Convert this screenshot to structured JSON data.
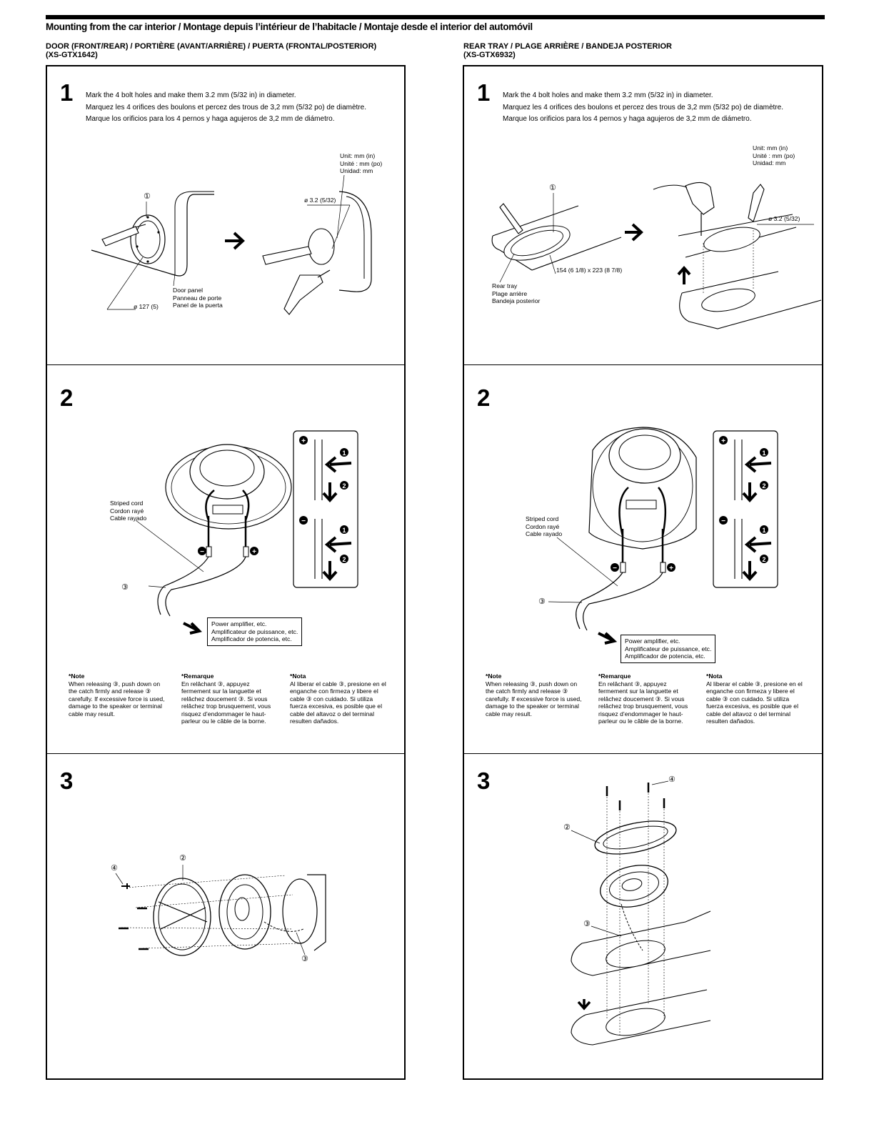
{
  "page": {
    "title": "Mounting from the car interior / Montage depuis l’intérieur de l’habitacle / Montaje desde el interior del automóvil"
  },
  "left": {
    "heading_line1": "DOOR (FRONT/REAR) / PORTIÈRE (AVANT/ARRIÈRE) / PUERTA (FRONTAL/POSTERIOR)",
    "heading_line2": "(XS-GTX1642)",
    "step1": {
      "number": "1",
      "en": "Mark the 4 bolt holes and make them 3.2 mm (5/32 in) in diameter.",
      "fr": "Marquez les 4 orifices des boulons et percez des trous de 3,2 mm (5/32 po) de diamètre.",
      "es": "Marque los orificios para los 4 pernos y haga agujeros de 3,2 mm de diámetro.",
      "unit_en": "Unit: mm (in)",
      "unit_fr": "Unité : mm (po)",
      "unit_es": "Unidad: mm",
      "callout_1": "①",
      "hole_dim": "ø 3.2 (5/32)",
      "cutout_dim": "ø 127 (5)",
      "panel_en": "Door panel",
      "panel_fr": "Panneau de porte",
      "panel_es": "Panel de la puerta"
    },
    "step2": {
      "number": "2",
      "cord_en": "Striped cord",
      "cord_fr": "Cordon rayé",
      "cord_es": "Cable rayado",
      "callout_3": "③",
      "amp_en": "Power amplifier, etc.",
      "amp_fr": "Amplificateur de puissance, etc.",
      "amp_es": "Amplificador de potencia, etc."
    },
    "notes": {
      "en_title": "*Note",
      "en_body": "When releasing ③, push down on the catch firmly and release ③ carefully. If excessive force is used, damage to the speaker or terminal cable may result.",
      "fr_title": "*Remarque",
      "fr_body": "En relâchant ③, appuyez fermement sur la languette et relâchez doucement ③. Si vous relâchez trop brusquement, vous risquez d’endommager le haut-parleur ou le câble de la borne.",
      "es_title": "*Nota",
      "es_body": "Al liberar el cable ③, presione en el enganche con firmeza y libere el cable ③ con cuidado. Si utiliza fuerza excesiva, es posible que el cable del altavoz o del terminal resulten dañados."
    },
    "step3": {
      "number": "3",
      "callout_4": "④",
      "callout_2": "②",
      "callout_3": "③"
    }
  },
  "right": {
    "heading_line1": "REAR TRAY / PLAGE ARRIÈRE / BANDEJA POSTERIOR",
    "heading_line2": "(XS-GTX6932)",
    "step1": {
      "number": "1",
      "en": "Mark the 4 bolt holes and make them 3.2 mm (5/32 in) in diameter.",
      "fr": "Marquez les 4 orifices des boulons et percez des trous de 3,2 mm (5/32 po) de diamètre.",
      "es": "Marque los orificios para los 4 pernos y haga agujeros de 3,2 mm de diámetro.",
      "unit_en": "Unit: mm (in)",
      "unit_fr": "Unité : mm (po)",
      "unit_es": "Unidad: mm",
      "callout_1": "①",
      "hole_dim": "ø 3.2 (5/32)",
      "cutout_dim": "154 (6 1/8) x 223 (8 7/8)",
      "tray_en": "Rear tray",
      "tray_fr": "Plage arrière",
      "tray_es": "Bandeja posterior"
    },
    "step2": {
      "number": "2",
      "cord_en": "Striped cord",
      "cord_fr": "Cordon rayé",
      "cord_es": "Cable rayado",
      "callout_3": "③",
      "amp_en": "Power amplifier, etc.",
      "amp_fr": "Amplificateur de puissance, etc.",
      "amp_es": "Amplificador de potencia, etc."
    },
    "notes": {
      "en_title": "*Note",
      "en_body": "When releasing ③, push down on the catch firmly and release ③ carefully. If excessive force is used, damage to the speaker or terminal cable may result.",
      "fr_title": "*Remarque",
      "fr_body": "En relâchant ③, appuyez fermement sur la languette et relâchez doucement ③. Si vous relâchez trop brusquement, vous risquez d’endommager le haut-parleur ou le câble de la borne.",
      "es_title": "*Nota",
      "es_body": "Al liberar el cable ③, presione en el enganche con firmeza y libere el cable ③ con cuidado. Si utiliza fuerza excesiva, es posible que el cable del altavoz o del terminal resulten dañados."
    },
    "step3": {
      "number": "3",
      "callout_4": "④",
      "callout_2": "②",
      "callout_3": "③"
    }
  },
  "symbols": {
    "plus": "+",
    "minus": "−",
    "badge_1": "1",
    "badge_2": "2"
  }
}
